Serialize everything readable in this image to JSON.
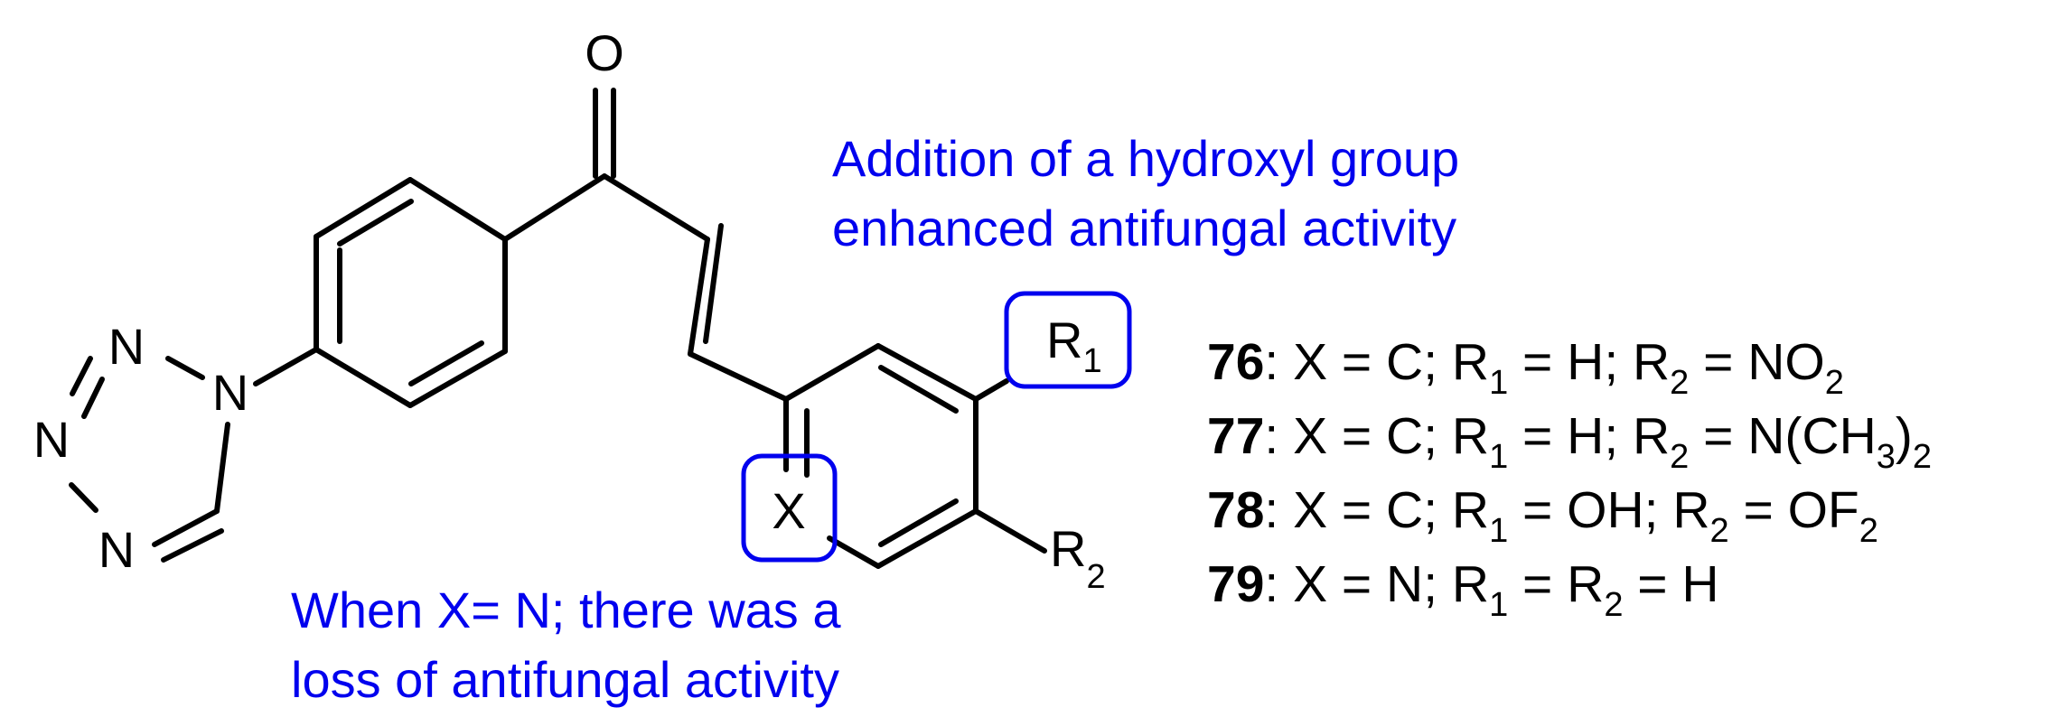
{
  "colors": {
    "annotation": "#0000ee",
    "bond": "#000000"
  },
  "structure": {
    "atoms": {
      "oxygen": "O",
      "tetrazole_n1": "N",
      "tetrazole_n2": "N",
      "tetrazole_n3": "N",
      "tetrazole_n4": "N",
      "x_label": "X",
      "r1_main": "R",
      "r1_sub": "1",
      "r2_main": "R",
      "r2_sub": "2"
    }
  },
  "annotations": {
    "hydroxyl_line1": "Addition of a hydroxyl group",
    "hydroxyl_line2": "enhanced antifungal activity",
    "nitrogen_line1": "When X= N; there was a",
    "nitrogen_line2": "loss of antifungal activity"
  },
  "compounds": [
    {
      "id": "76",
      "segments": [
        {
          "t": ": X = C; R"
        },
        {
          "t": "1",
          "sub": true
        },
        {
          "t": " = H; R"
        },
        {
          "t": "2",
          "sub": true
        },
        {
          "t": " = NO"
        },
        {
          "t": "2",
          "sub": true
        }
      ]
    },
    {
      "id": "77",
      "segments": [
        {
          "t": ": X = C; R"
        },
        {
          "t": "1",
          "sub": true
        },
        {
          "t": " = H; R"
        },
        {
          "t": "2",
          "sub": true
        },
        {
          "t": " = N(CH"
        },
        {
          "t": "3",
          "sub": true
        },
        {
          "t": ")"
        },
        {
          "t": "2",
          "sub": true
        }
      ]
    },
    {
      "id": "78",
      "segments": [
        {
          "t": ": X = C; R"
        },
        {
          "t": "1",
          "sub": true
        },
        {
          "t": " = OH; R"
        },
        {
          "t": "2",
          "sub": true
        },
        {
          "t": " = OF"
        },
        {
          "t": "2",
          "sub": true
        }
      ]
    },
    {
      "id": "79",
      "segments": [
        {
          "t": ": X = N; R"
        },
        {
          "t": "1",
          "sub": true
        },
        {
          "t": " = R"
        },
        {
          "t": "2",
          "sub": true
        },
        {
          "t": " = H"
        }
      ]
    }
  ]
}
